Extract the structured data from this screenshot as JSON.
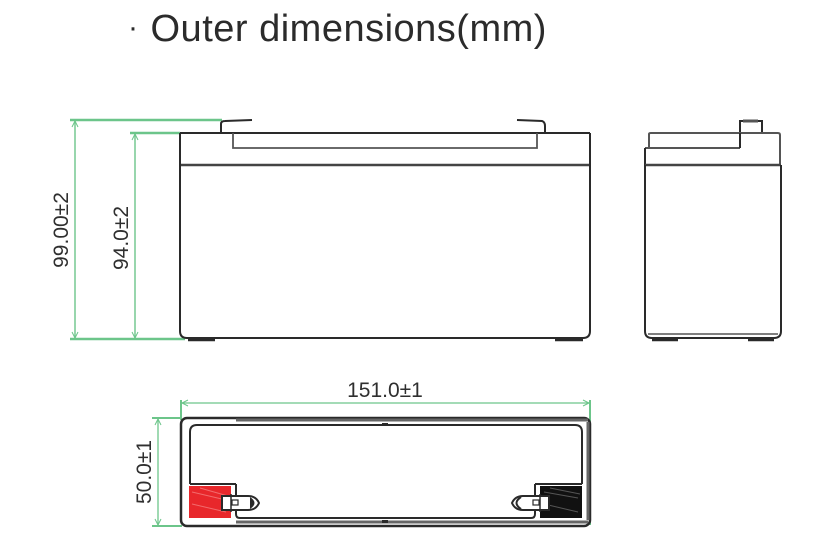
{
  "title": {
    "bullet": "·",
    "text": "Outer dimensions(mm)"
  },
  "colors": {
    "dimension_line": "#6cc58a",
    "outline": "#2a2a2a",
    "positive_terminal": "#e8272b",
    "negative_terminal": "#111111"
  },
  "front_view": {
    "dimensions": {
      "total_height": "99.00±2",
      "case_height": "94.0±2"
    }
  },
  "side_view": {},
  "top_view": {
    "dimensions": {
      "length": "151.0±1",
      "width": "50.0±1"
    },
    "terminals": [
      {
        "polarity": "positive",
        "color": "red"
      },
      {
        "polarity": "negative",
        "color": "black"
      }
    ]
  }
}
